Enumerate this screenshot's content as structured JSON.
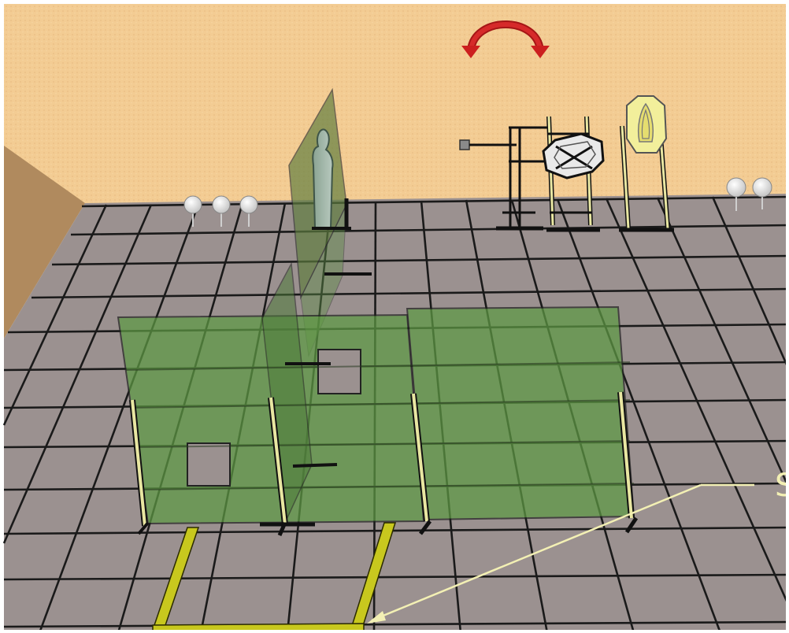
{
  "scene": {
    "type": "3d-stage-diagram",
    "colors": {
      "back_wall": "#f3cc93",
      "side_wall": "#b08a5e",
      "floor": "#9b9190",
      "grid_line": "#1a1a1a",
      "barrier": "#5f9447",
      "wood_post": "#e9e7a2",
      "box_outline": "#c8c81e",
      "rotate_arrow": "#cc1f1f",
      "callout": "#f3f0b4"
    },
    "elements": {
      "rotate_control_icon": "rotate-icon",
      "left_steel_plates": 3,
      "right_steel_plates": 2,
      "callout_label": "S"
    }
  }
}
